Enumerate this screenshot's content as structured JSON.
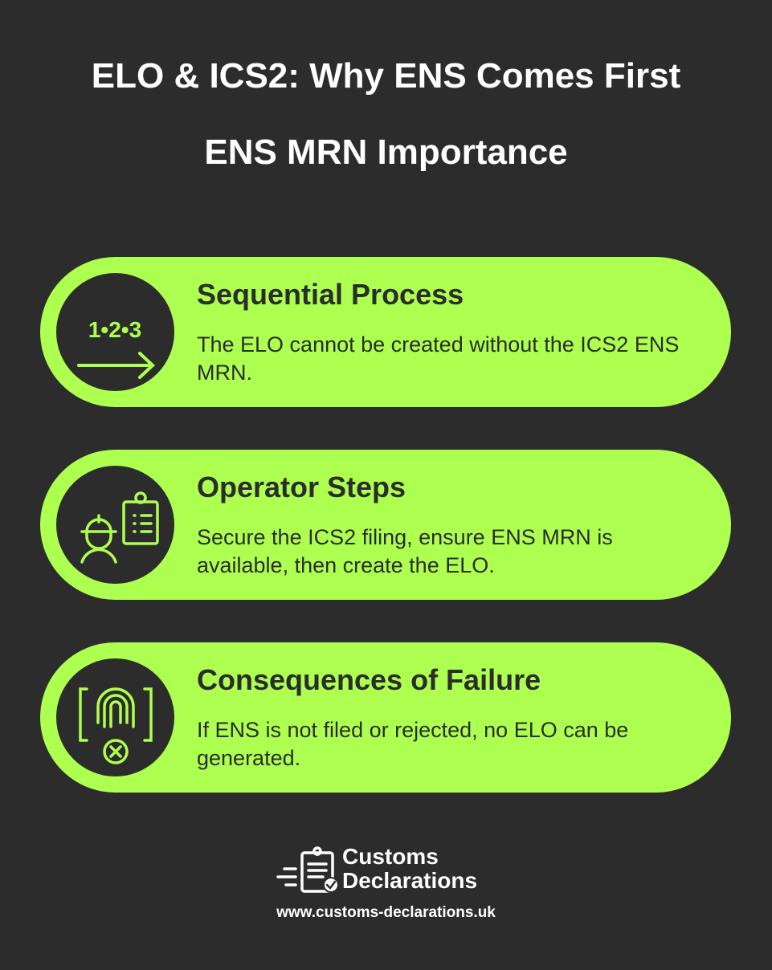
{
  "header": {
    "title": "ELO & ICS2: Why ENS Comes First",
    "subtitle": "ENS MRN Importance"
  },
  "cards": [
    {
      "icon": "sequence-123-arrow-icon",
      "heading": "Sequential Process",
      "body": "The ELO cannot be created without the ICS2 ENS MRN."
    },
    {
      "icon": "worker-clipboard-icon",
      "heading": "Operator Steps",
      "body": "Secure the ICS2 filing, ensure ENS MRN is available, then create the ELO."
    },
    {
      "icon": "fingerprint-rejected-icon",
      "heading": "Consequences of Failure",
      "body": "If ENS is not filed or rejected, no ELO can be generated."
    }
  ],
  "footer": {
    "brand_line1": "Customs",
    "brand_line2": "Declarations",
    "url": "www.customs-declarations.uk"
  },
  "colors": {
    "background": "#2c2c2c",
    "accent": "#adff50",
    "text": "#ffffff"
  }
}
